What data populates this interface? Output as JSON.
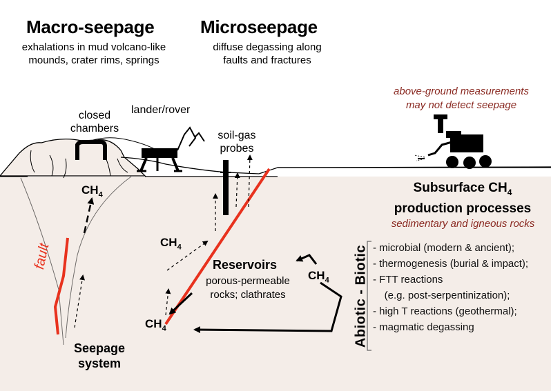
{
  "macro": {
    "title": "Macro-seepage",
    "line1": "exhalations in mud volcano-like",
    "line2": "mounds, crater rims, springs"
  },
  "micro": {
    "title": "Microseepage",
    "line1": "diffuse degassing along",
    "line2": "faults and fractures"
  },
  "labels": {
    "closed1": "closed",
    "closed2": "chambers",
    "lander": "lander/rover",
    "soil1": "soil-gas",
    "soil2": "probes",
    "fault": "fault",
    "seepage1": "Seepage",
    "seepage2": "system",
    "reservoirs": "Reservoirs",
    "res1": "porous-permeable",
    "res2": "rocks; clathrates",
    "ch4_main": "CH",
    "ch4_sub": "4"
  },
  "above": {
    "line1": "above-ground measurements",
    "line2": "may not detect seepage"
  },
  "subsurface": {
    "title1": "Subsurface CH",
    "title_sub": "4",
    "title2": "production processes",
    "rocks": "sedimentary and igneous rocks"
  },
  "axis": {
    "text": "Abiotic  -  Biotic"
  },
  "processes": [
    "- microbial (modern & ancient);",
    "- thermogenesis (burial & impact);",
    "- FTT reactions",
    "    (e.g. post-serpentinization);",
    "- high T reactions (geothermal);",
    "- magmatic degassing"
  ],
  "colors": {
    "ground": "#f4ede8",
    "fault": "#e8321e",
    "accent_text": "#8a2a22"
  }
}
